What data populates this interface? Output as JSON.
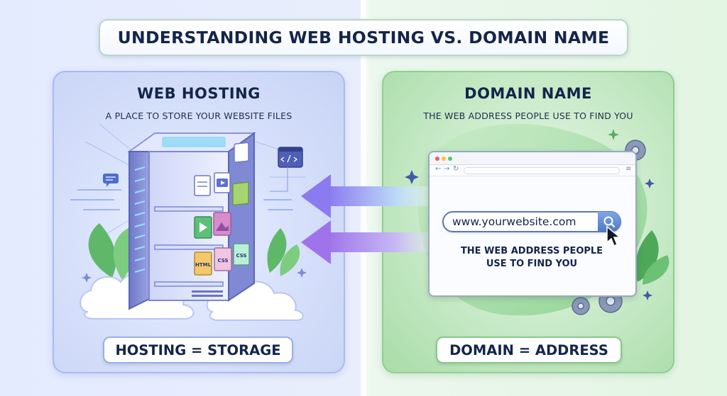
{
  "title": "UNDERSTANDING WEB HOSTING VS. DOMAIN NAME",
  "hosting": {
    "title": "WEB HOSTING",
    "subtitle": "A PLACE TO STORE YOUR WEBSITE FILES",
    "equation": "HOSTING = STORAGE",
    "file_labels": [
      "HTML",
      "CSS",
      "CSS"
    ]
  },
  "domain": {
    "title": "DOMAIN NAME",
    "subtitle": "THE WEB ADDRESS PEOPLE USE TO FIND YOU",
    "url": "www.yourwebsite.com",
    "caption_line1": "THE WEB ADDRESS PEOPLE",
    "caption_line2": "USE TO FIND YOU",
    "equation": "DOMAIN = ADDRESS"
  },
  "icons": [
    "server-icon",
    "cloud-icon",
    "leaf-icon",
    "code-window-icon",
    "chat-bubble-icon",
    "arrow-left-icon",
    "browser-window-icon",
    "search-icon",
    "cursor-icon",
    "gear-icon",
    "sparkle-icon",
    "file-icon",
    "image-file-icon",
    "video-file-icon"
  ],
  "colors": {
    "hosting_accent": "#a9bbf0",
    "domain_accent": "#8fcf8f",
    "title_text": "#14254a",
    "arrow": "#7b6ff0"
  }
}
